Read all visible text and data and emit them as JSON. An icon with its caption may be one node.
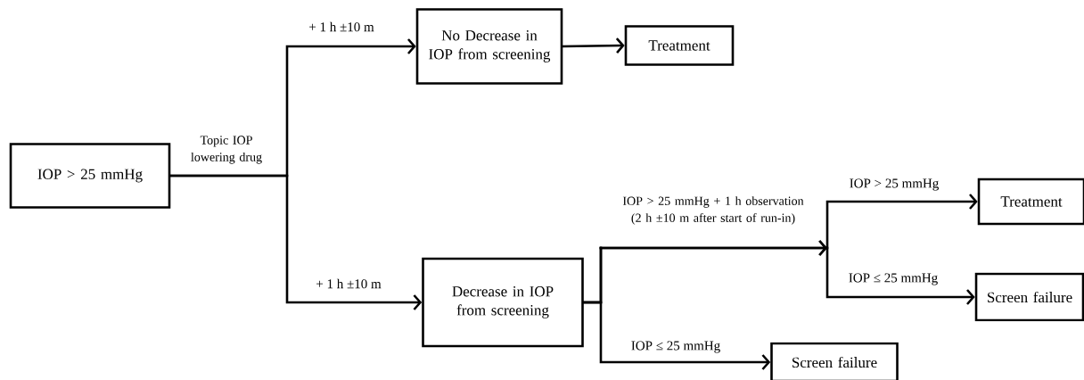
{
  "diagram": {
    "nodes": [
      {
        "text": [
          "IOP > 25 mmHg"
        ]
      },
      {
        "text": [
          "No Decrease in IOP from screening"
        ]
      },
      {
        "text": [
          "Treatment"
        ]
      },
      {
        "text": [
          "Decrease in IOP from screening"
        ]
      },
      {
        "text": [
          "Treatment"
        ]
      },
      {
        "text": [
          "Screen failure"
        ]
      },
      {
        "text": [
          "Screen failure"
        ]
      }
    ],
    "edges": [
      {
        "from": 0,
        "to": 1,
        "arrow": "to",
        "label": "+ 1 h ±10 m"
      },
      {
        "from": 0,
        "to": 3,
        "arrow": "to",
        "label": "+ 1 h ±10 m"
      },
      {
        "from": 1,
        "to": 2,
        "arrow": "to"
      },
      {
        "from": 3,
        "to": 4,
        "arrow": "to",
        "label": "IOP > 25 mmHg"
      },
      {
        "from": 3,
        "to": 5,
        "arrow": "to",
        "label": "IOP ≤ 25 mmHg"
      },
      {
        "from": 3,
        "to": 6,
        "arrow": "to",
        "label": "IOP ≤ 25 mmHg"
      }
    ],
    "labels": [
      "Topic IOP lowering drug",
      "IOP > 25 mmHg + 1 h observation (2 h ±10 m after start of run-in)"
    ]
  }
}
